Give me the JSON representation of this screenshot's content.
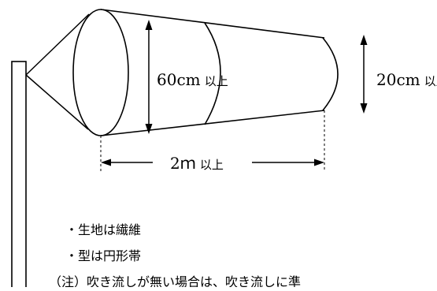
{
  "diagram": {
    "dim_large_diameter": {
      "value": "60cm",
      "suffix": "以上"
    },
    "dim_small_diameter": {
      "value": "20cm",
      "suffix": "以上"
    },
    "dim_length": {
      "value": "2ｍ",
      "suffix": "以上"
    },
    "notes": [
      "・生地は繊維",
      "・型は円形帯",
      "（注）吹き流しが無い場合は、吹き流しに準"
    ]
  }
}
